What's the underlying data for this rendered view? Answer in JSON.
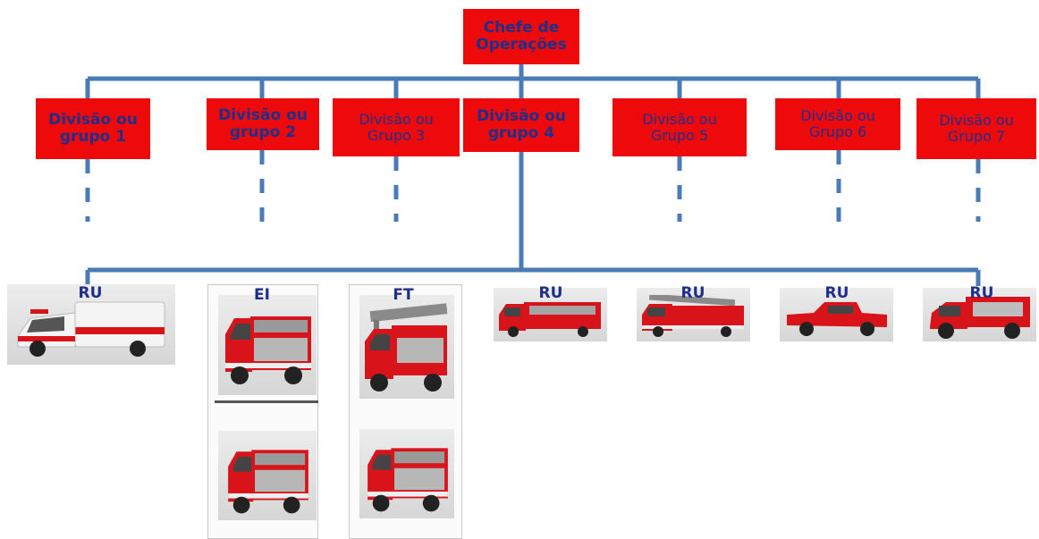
{
  "chief": {
    "line1": "Chefe de",
    "line2": "Operações"
  },
  "divisions": [
    {
      "line1": "Divisão ou",
      "line2": "grupo 1"
    },
    {
      "line1": "Divisão ou",
      "line2": "grupo 2"
    },
    {
      "line1": "Divisão ou",
      "line2": "Grupo 3"
    },
    {
      "line1": "Divisão ou",
      "line2": "grupo 4"
    },
    {
      "line1": "Divisão ou",
      "line2": "Grupo 5"
    },
    {
      "line1": "Divisão ou",
      "line2": "Grupo 6"
    },
    {
      "line1": "Divisão ou",
      "line2": "Grupo 7"
    }
  ],
  "vehicles": [
    {
      "label": "RU",
      "icon": "ambulance-icon"
    },
    {
      "label": "EI",
      "icon": "fire-engine-icon"
    },
    {
      "label": "FT",
      "icon": "ladder-truck-icon"
    },
    {
      "label": "RU",
      "icon": "fire-engine-icon"
    },
    {
      "label": "RU",
      "icon": "ladder-truck-icon"
    },
    {
      "label": "RU",
      "icon": "pickup-truck-icon"
    },
    {
      "label": "RU",
      "icon": "offroad-truck-icon"
    }
  ],
  "colors": {
    "box": "#ee0a0a",
    "text": "#1e2f8a",
    "connector": "#4a7bb7",
    "vehicle": "#d8141a"
  }
}
